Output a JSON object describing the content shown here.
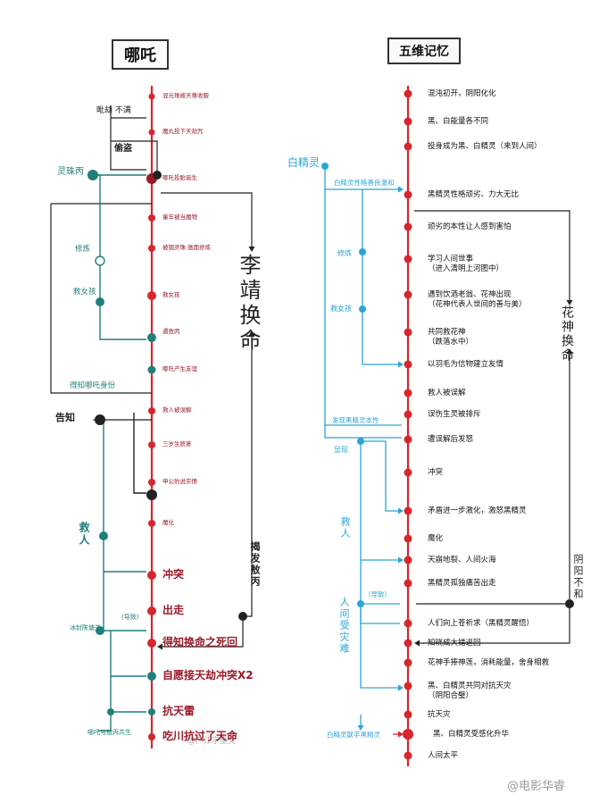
{
  "titles": {
    "left": "哪吒",
    "right": "五维记忆"
  },
  "colors": {
    "red": "#d7262d",
    "blue": "#2aa5d6",
    "teal": "#217f7a",
    "dark": "#222222",
    "maroon": "#9a1a2a"
  },
  "left": {
    "events": [
      "混元珠被天尊收服",
      "魔丸投下天劫咒",
      "哪吒投胎诞生",
      "童年被当魔物",
      "被锢灵珠 画面修炼",
      "救女孩",
      "遇敖丙",
      "哪吒产生友谊",
      "救人被误解",
      "三岁生辰宴",
      "申公豹说实情",
      "魔化",
      "冲突",
      "出走",
      "得知换命之死回",
      "自愿接天劫冲突X2",
      "抗天雷",
      "吃川抗过了天命"
    ],
    "side_labels": {
      "top_left": "毗劫 不满",
      "crowd": "偷盗",
      "lingzhu": "灵珠丙",
      "xiulian": "修炼",
      "jiunvhai": "救女孩",
      "deshen": "得知哪吒身份",
      "gaozhi": "告知",
      "jiuren": "救人",
      "daojiao": "(导致)",
      "bingzhu": "冰封陈塘关",
      "last": "哪吒与敖丙共生"
    },
    "right_column": "李靖换命",
    "right_small": "揭发敖丙"
  },
  "right": {
    "events": [
      "混沌初开，阴阳化化",
      "黑、白能量各不同",
      "投身成为黑、白精灵（来到人间）",
      "黑精灵性格顽劣、力大无比",
      "顽劣的本性让人感到害怕",
      "学习人间世事\n（进入清明上河图中）",
      "遇到饮酒老翁、花神出现\n（花神代表人世间的善与美）",
      "共同救花神\n（跌落水中）",
      "以羽毛为信物建立友情",
      "救人被误解",
      "误伤生灵被排斥",
      "遭误解后发怒",
      "冲突",
      "矛盾进一步激化，激怒黑精灵",
      "魔化",
      "天崩地裂、人间火海",
      "黑精灵孤独痛苦出走",
      "人们向上苍祈求（黑精灵醒悟）",
      "知晓成大错返回",
      "花神手捧神莲，消耗能量，舍身相救",
      "黑、白精灵共同对抗天灾\n（阴阳合璧）",
      "抗天灾",
      "黑、白精灵受感化升华",
      "人间太平"
    ],
    "blue_labels": {
      "baijingling": "白精灵",
      "baixing": "白精灵性格善良温和",
      "xiulian": "修炼",
      "jiunvhai": "救女孩",
      "faxian": "发现黑精灵本性",
      "xianxian": "显现",
      "jiuren": "救人",
      "daozhi": "（导致）",
      "renjian": "人间受灾难",
      "lianshou": "白精灵联手黑精灵"
    },
    "right_vertical": "花神换命",
    "right_vertical2": "阴阳不和"
  },
  "watermarks": {
    "left": "@广江字墨文",
    "right": "@电影华睿"
  }
}
